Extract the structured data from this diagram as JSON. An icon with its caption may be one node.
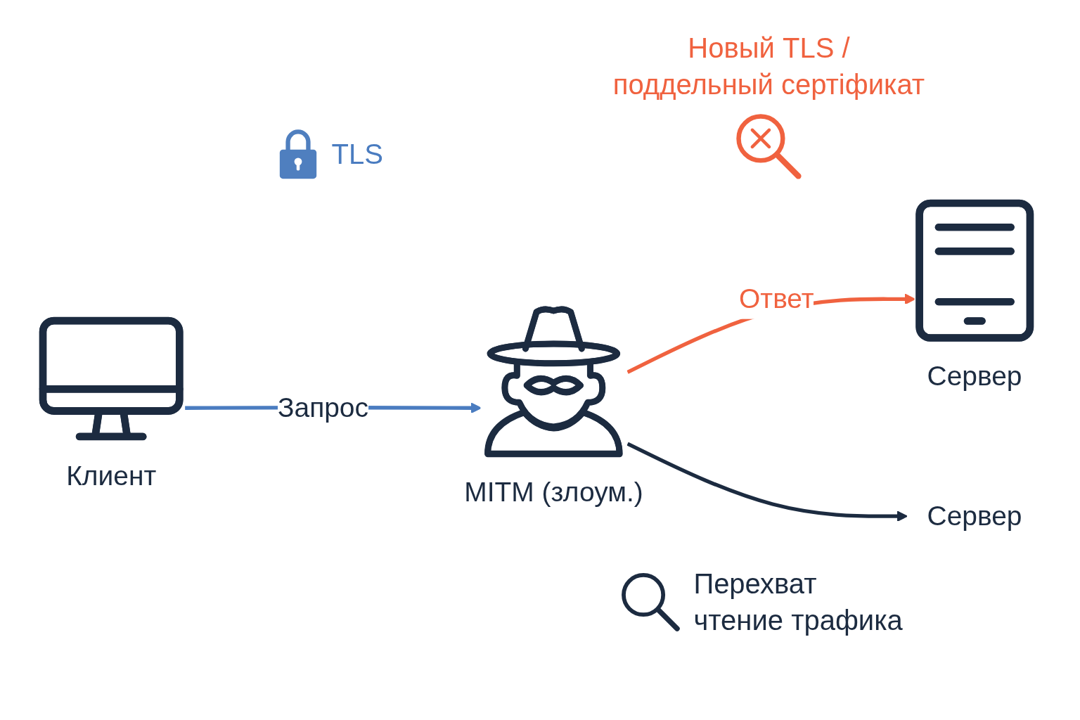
{
  "diagram": {
    "nodes": [
      {
        "text": [
          "Клиент"
        ]
      },
      {
        "text": [
          "MITM (злоум.)"
        ]
      },
      {
        "text": [
          "Сервер"
        ]
      },
      {
        "text": [
          "Сервер"
        ]
      }
    ],
    "edges": [
      {
        "from": 0,
        "to": 1,
        "arrow": "to",
        "label": "Запрос",
        "color": "#4a7cc0"
      },
      {
        "from": 1,
        "to": 2,
        "arrow": "to",
        "label": "Ответ",
        "color": "#f0623f"
      },
      {
        "from": 1,
        "to": 3,
        "arrow": "to",
        "color": "#1c2b40"
      }
    ],
    "labels": [
      "TLS",
      "Новый TLS / поддельный сертіфикат",
      "Перехват чтение трафика"
    ]
  }
}
